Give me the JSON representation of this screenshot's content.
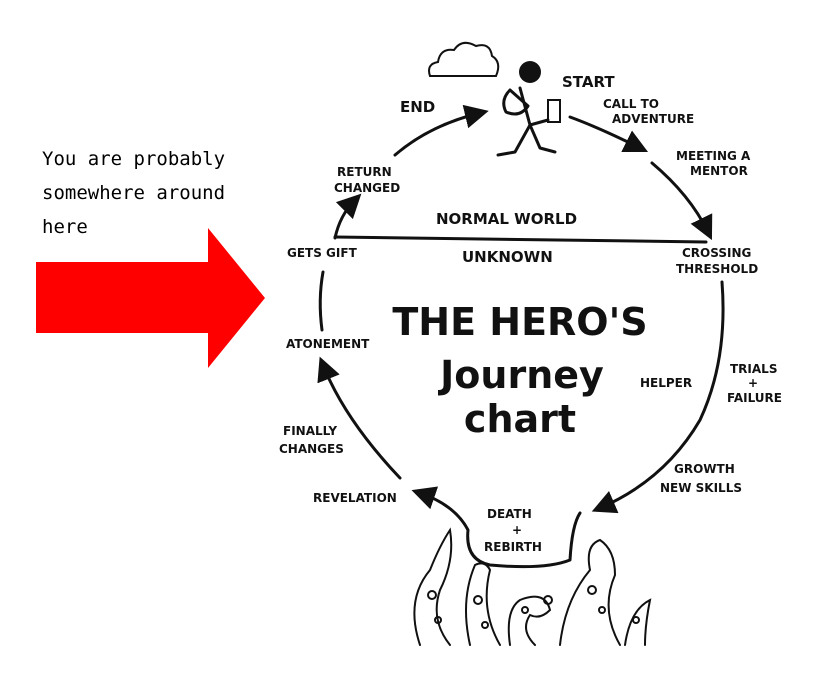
{
  "note": {
    "lines": [
      "You are probably",
      "somewhere around",
      "here"
    ]
  },
  "colors": {
    "arrow": "#ff0000",
    "ink": "#111111"
  },
  "diagram": {
    "title": [
      "THE HERO'S",
      "Journey",
      "chart"
    ],
    "start": "START",
    "end": "END",
    "call": [
      "CALL TO",
      "ADVENTURE"
    ],
    "mentor": [
      "MEETING A",
      "MENTOR"
    ],
    "return": [
      "RETURN",
      "CHANGED"
    ],
    "normal_world": "NORMAL WORLD",
    "unknown": "UNKNOWN",
    "gets_gift": "GETS GIFT",
    "crossing": [
      "CROSSING",
      "THRESHOLD"
    ],
    "atonement": "ATONEMENT",
    "helper": "HELPER",
    "trials": [
      "TRIALS",
      "+",
      "FAILURE"
    ],
    "finally": [
      "FINALLY",
      "CHANGES"
    ],
    "growth": [
      "GROWTH",
      "NEW SKILLS"
    ],
    "revelation": "REVELATION",
    "death": [
      "DEATH",
      "+",
      "REBIRTH"
    ]
  }
}
